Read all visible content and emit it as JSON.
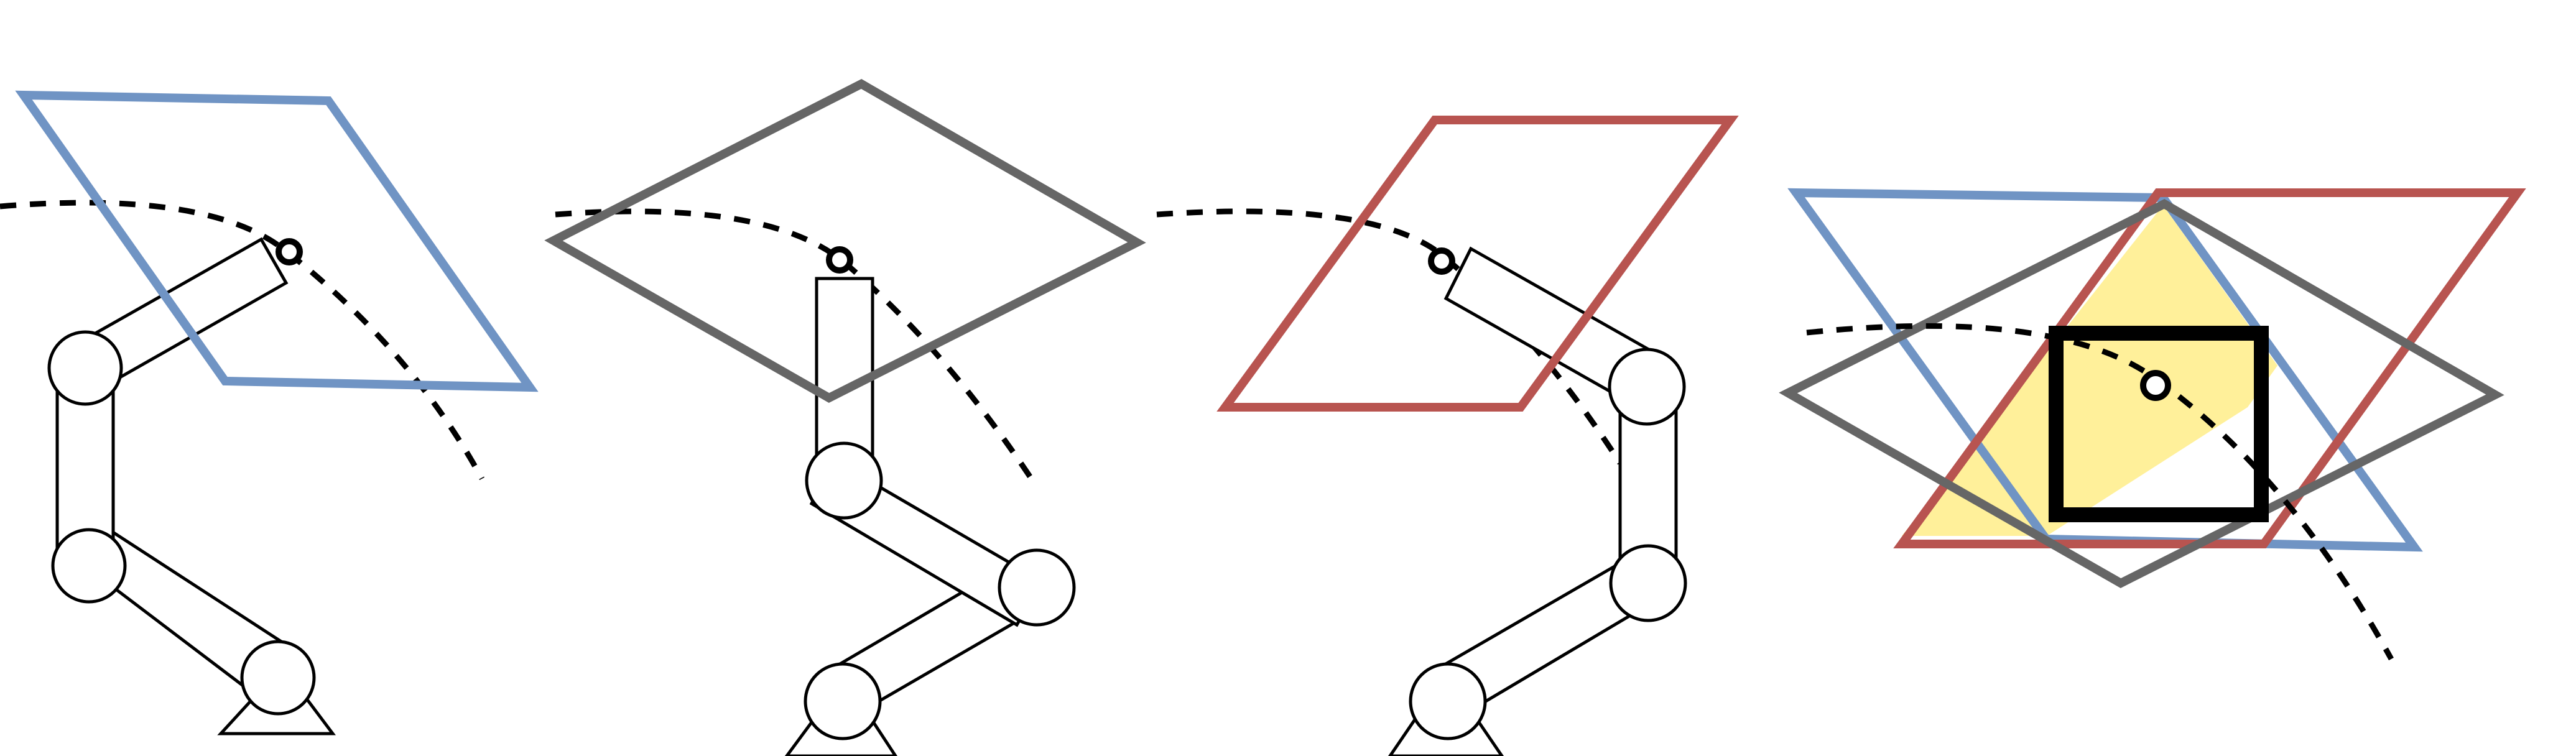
{
  "colors": {
    "background": "#ffffff",
    "arm_stroke": "#000000",
    "blue_workspace": "#7094C4",
    "gray_workspace": "#666666",
    "red_workspace": "#B85450",
    "intersection_fill": "#FFF09A",
    "inner_box": "#000000"
  },
  "panels": [
    {
      "id": "panel-1",
      "workspace_color": "blue",
      "arm_pose": "elbow-up-right"
    },
    {
      "id": "panel-2",
      "workspace_color": "gray",
      "arm_pose": "vertical"
    },
    {
      "id": "panel-3",
      "workspace_color": "red",
      "arm_pose": "reaching-left"
    },
    {
      "id": "panel-4",
      "workspace_color": "blue, gray, red overlaid",
      "arm_pose": "none"
    }
  ]
}
